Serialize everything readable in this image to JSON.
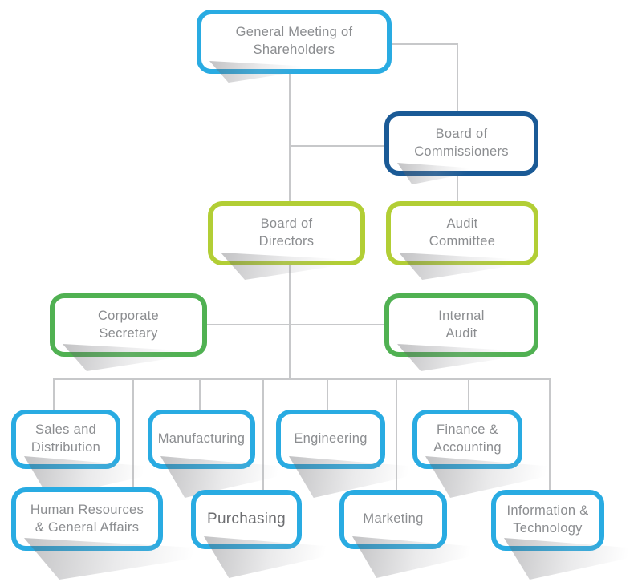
{
  "colors": {
    "light_blue": "#29ABE2",
    "dark_blue": "#1A5A96",
    "lime": "#B2CE35",
    "green": "#50B152",
    "connector": "#C7C8CA",
    "text": "#8B8D90",
    "text_emphasis": "#6D6E71"
  },
  "nodes": [
    {
      "id": "general-meeting-of-shareholders",
      "label": [
        "General Meeting of",
        "Shareholders"
      ],
      "color": "light_blue"
    },
    {
      "id": "board-of-commissioners",
      "label": [
        "Board of",
        "Commissioners"
      ],
      "color": "dark_blue"
    },
    {
      "id": "board-of-directors",
      "label": [
        "Board of",
        "Directors"
      ],
      "color": "lime"
    },
    {
      "id": "audit-committee",
      "label": [
        "Audit",
        "Committee"
      ],
      "color": "lime"
    },
    {
      "id": "corporate-secretary",
      "label": [
        "Corporate",
        "Secretary"
      ],
      "color": "green"
    },
    {
      "id": "internal-audit",
      "label": [
        "Internal",
        "Audit"
      ],
      "color": "green"
    },
    {
      "id": "sales-and-distribution",
      "label": [
        "Sales and",
        "Distribution"
      ],
      "color": "light_blue"
    },
    {
      "id": "manufacturing",
      "label": [
        "Manufacturing"
      ],
      "color": "light_blue"
    },
    {
      "id": "engineering",
      "label": [
        "Engineering"
      ],
      "color": "light_blue"
    },
    {
      "id": "finance-and-accounting",
      "label": [
        "Finance &",
        "Accounting"
      ],
      "color": "light_blue"
    },
    {
      "id": "human-resources-general-affairs",
      "label": [
        "Human Resources",
        "& General Affairs"
      ],
      "color": "light_blue"
    },
    {
      "id": "purchasing",
      "label": [
        "Purchasing"
      ],
      "color": "light_blue"
    },
    {
      "id": "marketing",
      "label": [
        "Marketing"
      ],
      "color": "light_blue"
    },
    {
      "id": "information-and-technology",
      "label": [
        "Information &",
        "Technology"
      ],
      "color": "light_blue"
    }
  ],
  "edges": [
    {
      "from": "general-meeting-of-shareholders",
      "to": "board-of-commissioners"
    },
    {
      "from": "general-meeting-of-shareholders",
      "to": "board-of-directors"
    },
    {
      "from": "board-of-commissioners",
      "to": "audit-committee"
    },
    {
      "from": "board-of-directors",
      "to": "corporate-secretary"
    },
    {
      "from": "board-of-directors",
      "to": "internal-audit"
    },
    {
      "from": "board-of-directors",
      "to": "sales-and-distribution"
    },
    {
      "from": "board-of-directors",
      "to": "manufacturing"
    },
    {
      "from": "board-of-directors",
      "to": "engineering"
    },
    {
      "from": "board-of-directors",
      "to": "finance-and-accounting"
    },
    {
      "from": "board-of-directors",
      "to": "human-resources-general-affairs"
    },
    {
      "from": "board-of-directors",
      "to": "purchasing"
    },
    {
      "from": "board-of-directors",
      "to": "marketing"
    },
    {
      "from": "board-of-directors",
      "to": "information-and-technology"
    }
  ]
}
